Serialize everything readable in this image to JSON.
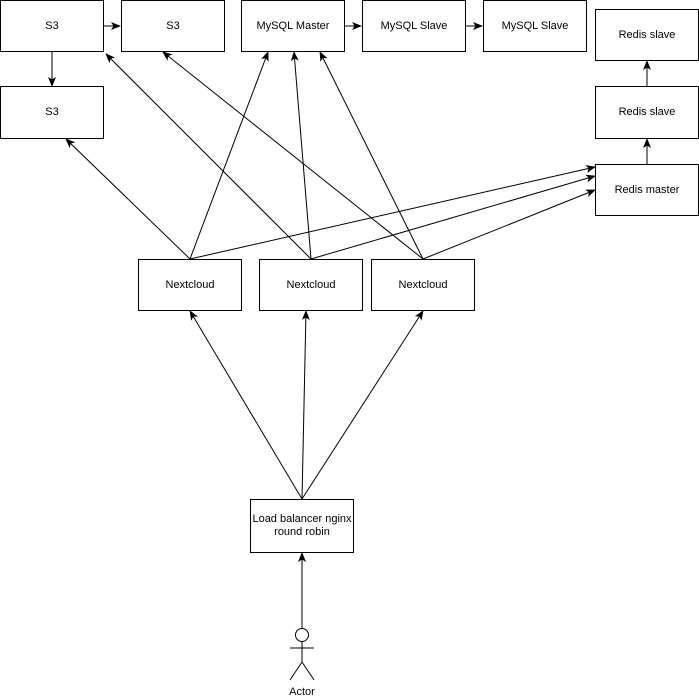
{
  "diagram": {
    "nodes": {
      "s3_a": "S3",
      "s3_b": "S3",
      "s3_c": "S3",
      "mysql_master": "MySQL Master",
      "mysql_slave_1": "MySQL Slave",
      "mysql_slave_2": "MySQL Slave",
      "redis_slave_1": "Redis slave",
      "redis_slave_2": "Redis slave",
      "redis_master": "Redis master",
      "nextcloud_1": "Nextcloud",
      "nextcloud_2": "Nextcloud",
      "nextcloud_3": "Nextcloud",
      "load_balancer": "Load balancer nginx\nround robin"
    },
    "actor_label": "Actor",
    "edges": [
      {
        "from": "s3_a",
        "to": "s3_b"
      },
      {
        "from": "s3_a",
        "to": "s3_c"
      },
      {
        "from": "mysql_master",
        "to": "mysql_slave_1"
      },
      {
        "from": "mysql_slave_1",
        "to": "mysql_slave_2"
      },
      {
        "from": "redis_master",
        "to": "redis_slave_2"
      },
      {
        "from": "redis_slave_2",
        "to": "redis_slave_1"
      },
      {
        "from": "nextcloud_1",
        "to": "s3_c"
      },
      {
        "from": "nextcloud_1",
        "to": "mysql_master"
      },
      {
        "from": "nextcloud_1",
        "to": "redis_master"
      },
      {
        "from": "nextcloud_2",
        "to": "s3_a"
      },
      {
        "from": "nextcloud_2",
        "to": "mysql_master"
      },
      {
        "from": "nextcloud_2",
        "to": "redis_master"
      },
      {
        "from": "nextcloud_3",
        "to": "s3_b"
      },
      {
        "from": "nextcloud_3",
        "to": "mysql_master"
      },
      {
        "from": "nextcloud_3",
        "to": "redis_master"
      },
      {
        "from": "load_balancer",
        "to": "nextcloud_1"
      },
      {
        "from": "load_balancer",
        "to": "nextcloud_2"
      },
      {
        "from": "load_balancer",
        "to": "nextcloud_3"
      },
      {
        "from": "actor",
        "to": "load_balancer"
      }
    ]
  }
}
